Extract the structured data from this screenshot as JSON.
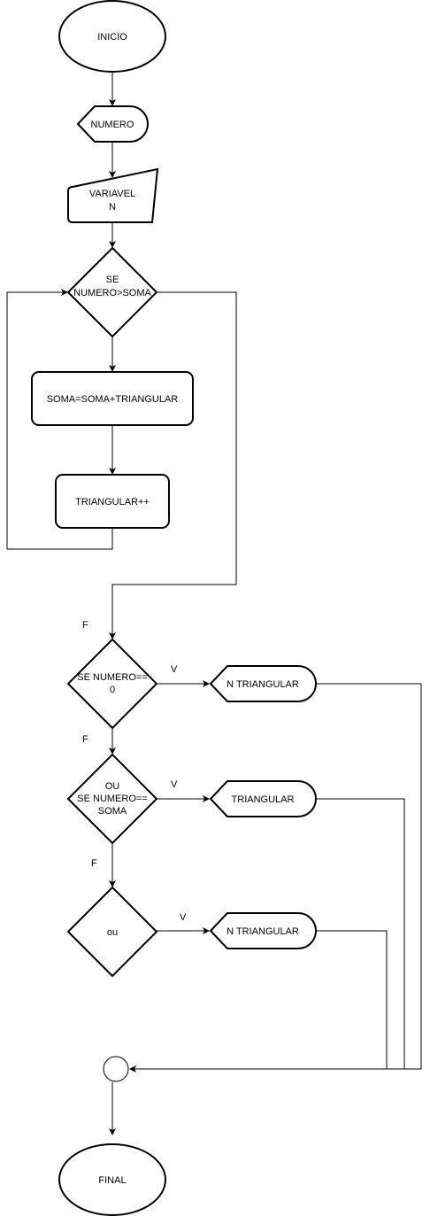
{
  "diagram": {
    "start": "INICIO",
    "input_display": "NUMERO",
    "manual_input": {
      "line1": "VARIAVEL",
      "line2": "N"
    },
    "loop_decision": {
      "line1": "SE",
      "line2": "NUMERO>SOMA"
    },
    "process_sum": "SOMA=SOMA+TRIANGULAR",
    "process_increment": "TRIANGULAR++",
    "decision_zero": {
      "line1": "SE NUMERO==",
      "line2": "0"
    },
    "decision_equal": {
      "line1": "OU",
      "line2": "SE NUMERO==",
      "line3": "SOMA"
    },
    "decision_else": "ou",
    "output_1": "N TRIANGULAR",
    "output_2": "TRIANGULAR",
    "output_3": "N TRIANGULAR",
    "label_true": "V",
    "label_false": "F",
    "end": "FINAL"
  }
}
